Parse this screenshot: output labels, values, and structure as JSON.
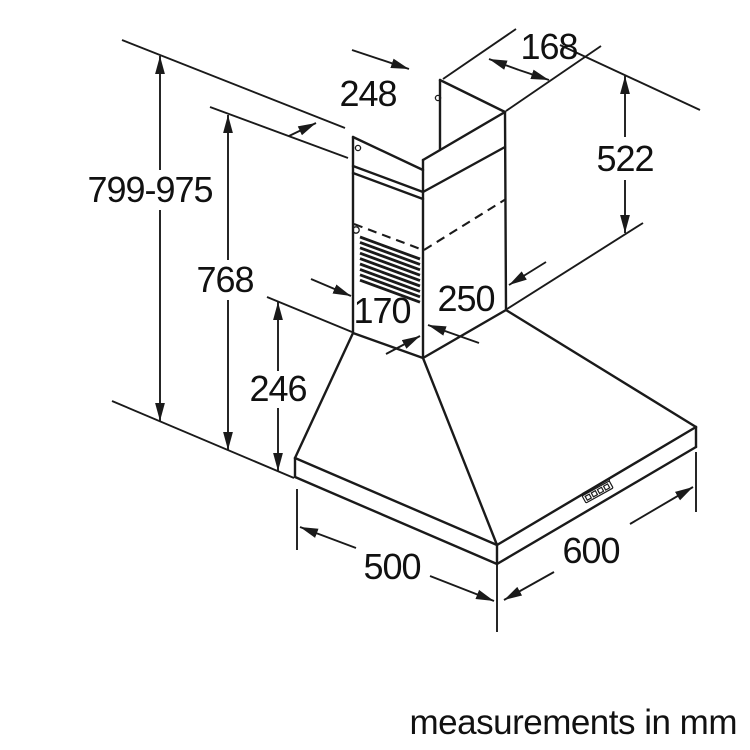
{
  "diagram": {
    "type": "appliance-dimension-drawing",
    "subject": "wall-mounted chimney cooker hood, isometric line drawing",
    "unit_note": "measurements in mm",
    "colors": {
      "line": "#1a1a1a",
      "background": "#ffffff"
    },
    "dims": {
      "total_height_range": "799-975",
      "height_to_duct_top": "768",
      "canopy_height": "246",
      "upper_chimney_width": "248",
      "upper_chimney_depth": "168",
      "chimney_height": "522",
      "lower_chimney_width": "250",
      "lower_chimney_depth": "170",
      "canopy_depth": "500",
      "canopy_width": "600"
    }
  }
}
